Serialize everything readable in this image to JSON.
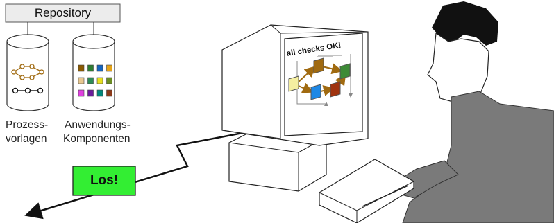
{
  "repository": {
    "label": "Repository"
  },
  "templates": {
    "label_line1": "Prozess-",
    "label_line2": "vorlagen"
  },
  "components": {
    "label_line1": "Anwendungs-",
    "label_line2": "Komponenten",
    "colors": [
      "#8b5a00",
      "#2e7d32",
      "#1565c0",
      "#e6a417",
      "#e8c890",
      "#2e8b57",
      "#e8e020",
      "#6b8e23",
      "#e040e0",
      "#6a1b9a",
      "#00897b",
      "#8b3a1a"
    ]
  },
  "screen": {
    "status_text": "all checks OK!"
  },
  "action": {
    "label": "Los!",
    "color": "#33ee33"
  }
}
